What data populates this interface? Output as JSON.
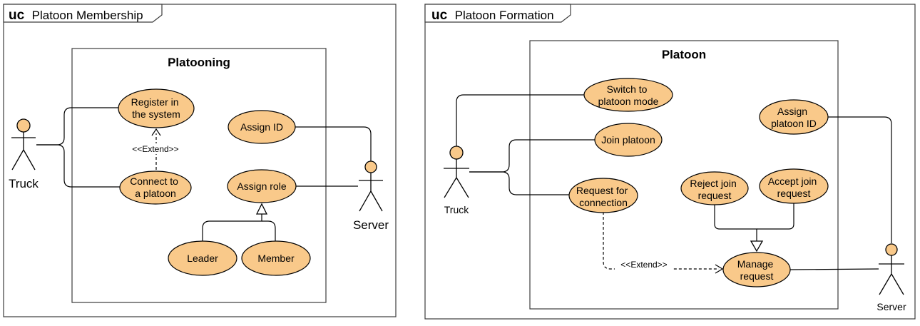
{
  "colors": {
    "usecase_fill": "#f9c98a",
    "line": "#000000",
    "frame_border": "#3c3c3c"
  },
  "left": {
    "frame": {
      "keyword": "uc",
      "name": "Platoon Membership"
    },
    "system_title": "Platooning",
    "usecases": {
      "register": [
        "Register in",
        "the system"
      ],
      "connect": [
        "Connect to",
        "a platoon"
      ],
      "assign_id": [
        "Assign ID"
      ],
      "assign_role": [
        "Assign role"
      ],
      "leader": [
        "Leader"
      ],
      "member": [
        "Member"
      ]
    },
    "extend_label": "<<Extend>>",
    "actors": {
      "truck": "Truck",
      "server": "Server"
    }
  },
  "right": {
    "frame": {
      "keyword": "uc",
      "name": "Platoon Formation"
    },
    "system_title": "Platoon",
    "usecases": {
      "switch": [
        "Switch to",
        "platoon mode"
      ],
      "join": [
        "Join platoon"
      ],
      "request": [
        "Request for",
        "connection"
      ],
      "assign_platoon_id": [
        "Assign",
        "platoon ID"
      ],
      "reject": [
        "Reject join",
        "request"
      ],
      "accept": [
        "Accept join",
        "request"
      ],
      "manage": [
        "Manage",
        "request"
      ]
    },
    "extend_label": "<<Extend>>",
    "actors": {
      "truck": "Truck",
      "server": "Server"
    }
  }
}
